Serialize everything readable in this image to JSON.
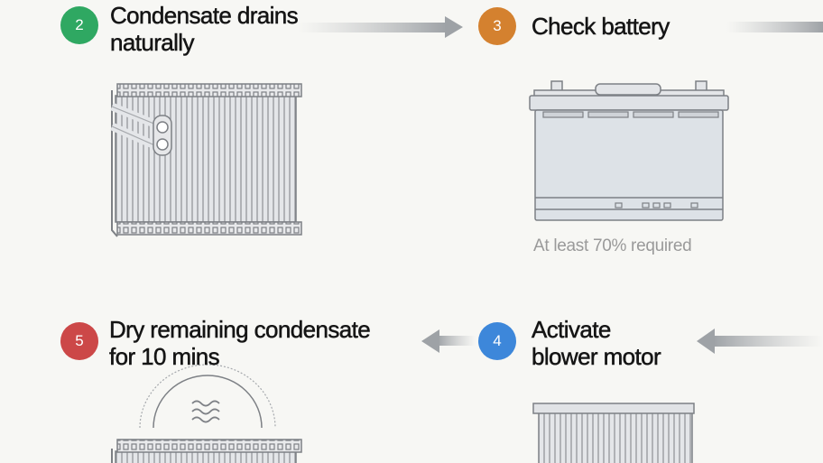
{
  "steps": [
    {
      "number": "2",
      "title_line1": "Condensate drains",
      "title_line2": "naturally",
      "color": "#2fa862",
      "illustration": "evaporator-icon"
    },
    {
      "number": "3",
      "title_line1": "Check battery",
      "caption": "At least 70% required",
      "color": "#d4812f",
      "illustration": "battery-icon"
    },
    {
      "number": "4",
      "title_line1": "Activate",
      "title_line2": "blower motor",
      "color": "#3d87da",
      "illustration": "blower-filter-icon"
    },
    {
      "number": "5",
      "title_line1": "Dry remaining condensate",
      "title_line2": "for 10 mins",
      "color": "#cc4848",
      "illustration": "drying-evaporator-icon"
    }
  ]
}
